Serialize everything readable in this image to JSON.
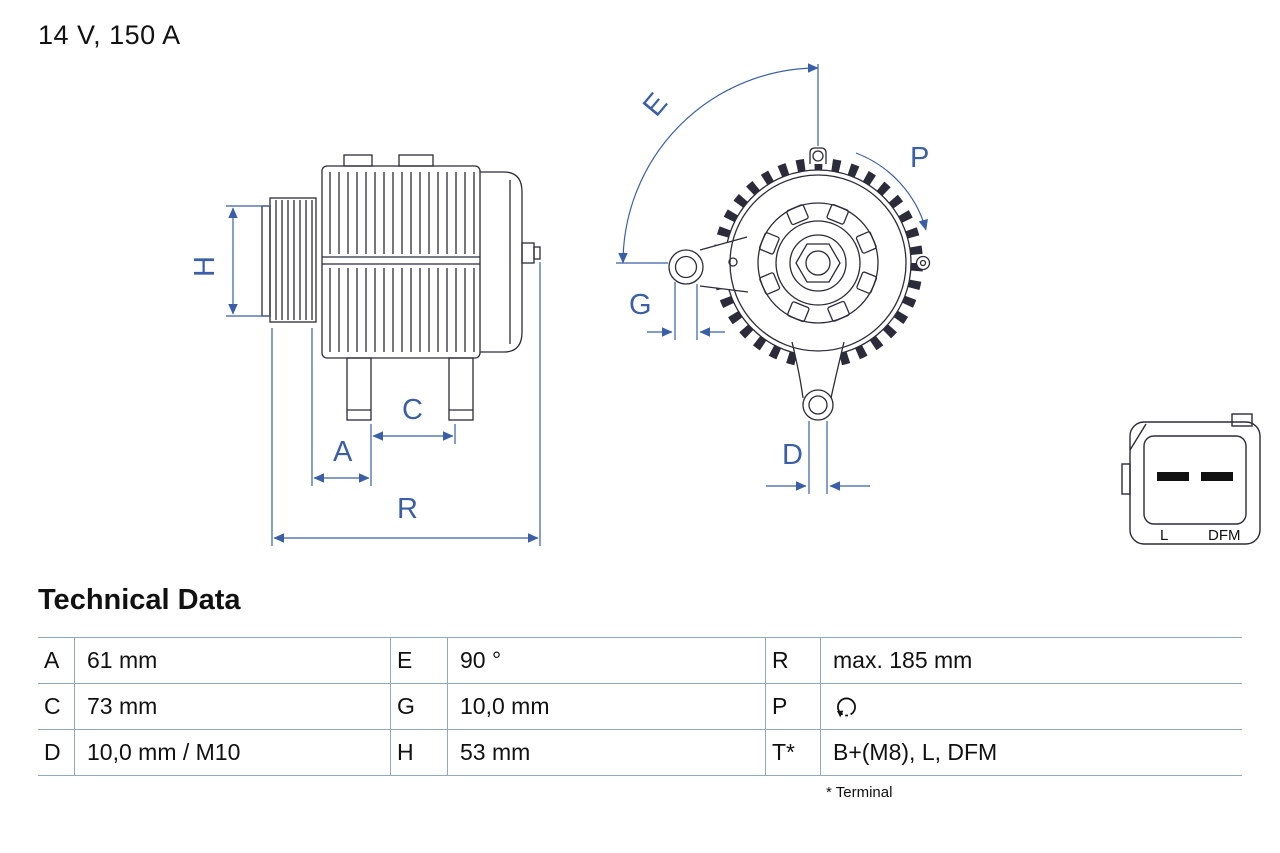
{
  "title": "14 V, 150 A",
  "section": {
    "heading": "Technical Data",
    "footnote": "* Terminal"
  },
  "drawing": {
    "dimension_labels": {
      "A": "A",
      "C": "C",
      "D": "D",
      "E": "E",
      "G": "G",
      "H": "H",
      "P": "P",
      "R": "R"
    },
    "connector": {
      "left_pin": "L",
      "right_pin": "DFM"
    },
    "rotation_icon": "clockwise-rotation-arrow",
    "colors": {
      "dimension": "#3a5fa8",
      "outline": "#2b2b3a"
    }
  },
  "table": {
    "border_color": "#8fa9c2",
    "rows": [
      {
        "cells": [
          {
            "k": "A",
            "v": "61 mm"
          },
          {
            "k": "E",
            "v": "90 °"
          },
          {
            "k": "R",
            "v": "max. 185 mm"
          }
        ]
      },
      {
        "cells": [
          {
            "k": "C",
            "v": "73 mm"
          },
          {
            "k": "G",
            "v": "10,0 mm"
          },
          {
            "k": "P",
            "v": "",
            "icon": "rotation-direction-icon"
          }
        ]
      },
      {
        "cells": [
          {
            "k": "D",
            "v": "10,0 mm / M10"
          },
          {
            "k": "H",
            "v": "53 mm"
          },
          {
            "k": "T*",
            "v": "B+(M8), L, DFM"
          }
        ]
      }
    ]
  }
}
